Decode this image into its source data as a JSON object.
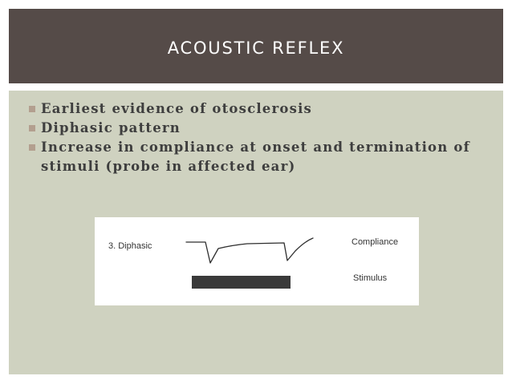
{
  "slide": {
    "title": "ACOUSTIC REFLEX",
    "bullets": [
      "Earliest evidence of otosclerosis",
      "Diphasic pattern",
      "Increase in compliance at onset and termination of stimuli (probe in affected ear)"
    ]
  },
  "figure": {
    "pattern_label": "3. Diphasic",
    "trace_label": "Compliance",
    "stimulus_label": "Stimulus"
  },
  "colors": {
    "title_bar": "#554b48",
    "content_bg": "#cfd2c0",
    "bullet_marker": "#b39f8f",
    "text": "#3e3e3e"
  }
}
